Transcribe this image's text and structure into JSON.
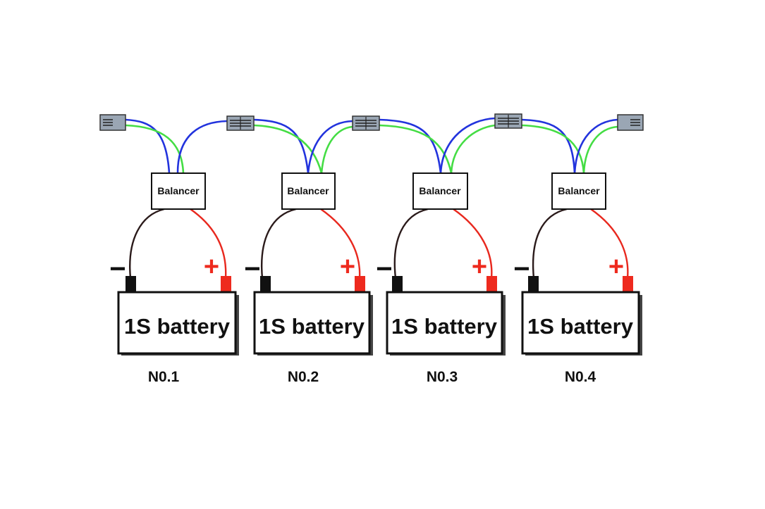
{
  "diagram": {
    "balancer_label": "Balancer",
    "battery_label": "1S battery",
    "minus_symbol": "−",
    "plus_symbol": "+",
    "colors": {
      "wire_blue": "#2233dd",
      "wire_green": "#44dd44",
      "wire_negative": "#2a1a1a",
      "wire_positive": "#e8281e",
      "terminal_negative": "#111111",
      "terminal_positive": "#ee2a1e",
      "connector_fill": "#9aa6b4",
      "battery_shadow": "#444444"
    },
    "units": [
      {
        "number_label": "N0.1"
      },
      {
        "number_label": "N0.2"
      },
      {
        "number_label": "N0.3"
      },
      {
        "number_label": "N0.4"
      }
    ]
  }
}
